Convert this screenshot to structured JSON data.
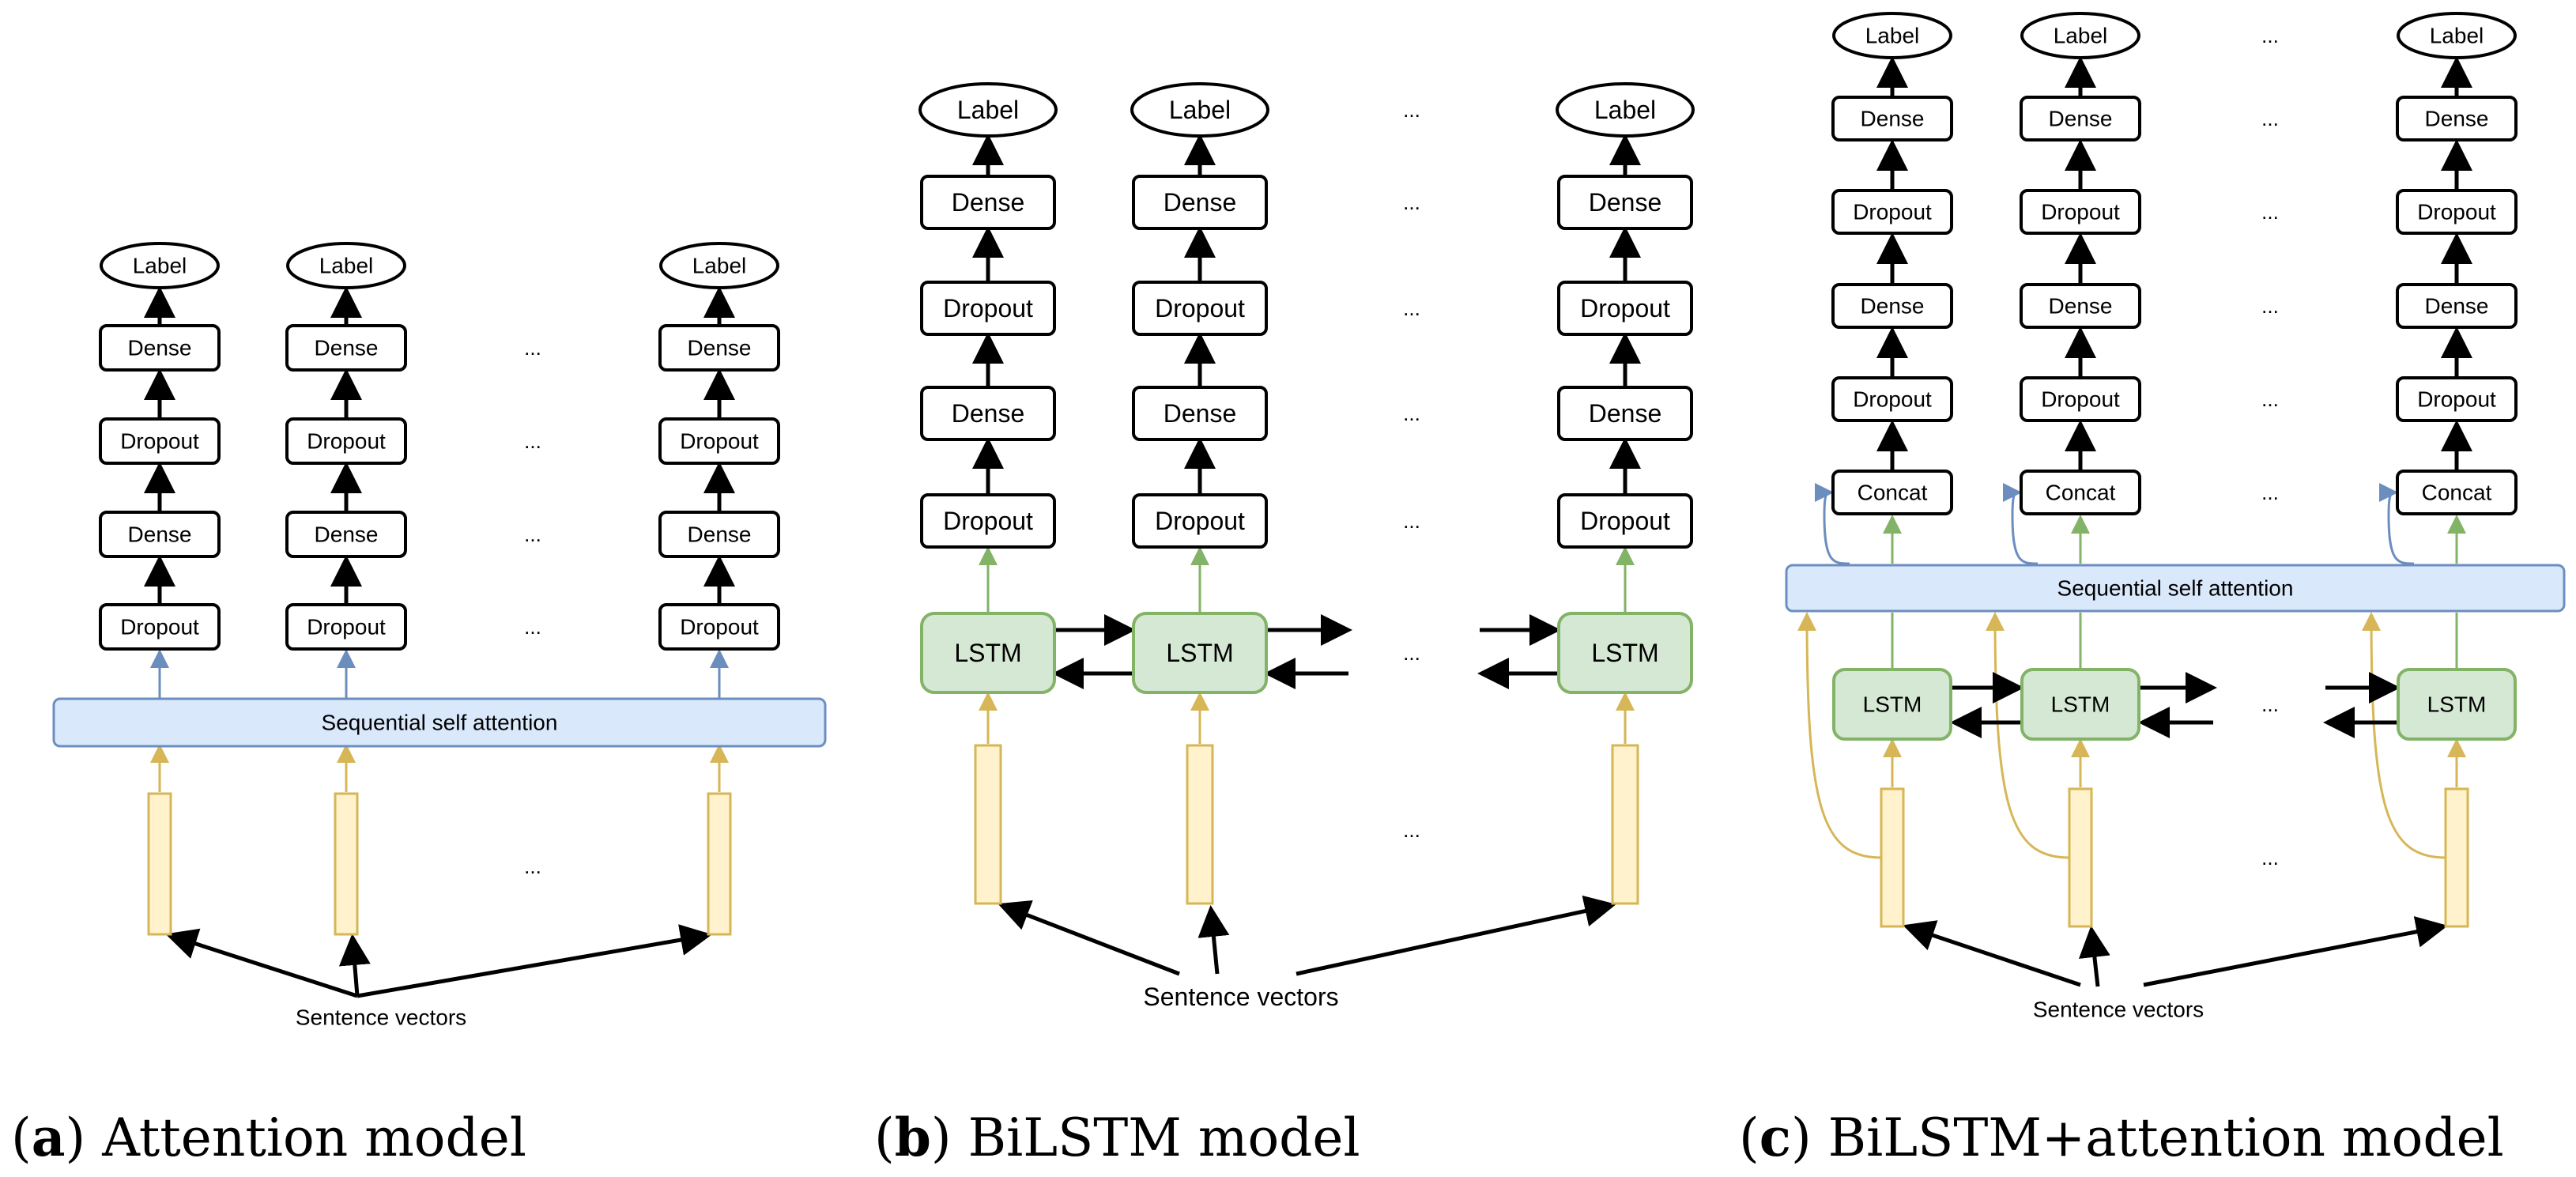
{
  "labels": {
    "label": "Label",
    "dense": "Dense",
    "dropout": "Dropout",
    "concat": "Concat",
    "lstm": "LSTM",
    "attention": "Sequential self attention",
    "sentence_vectors": "Sentence vectors",
    "ellipsis": "..."
  },
  "captions": [
    {
      "letter": "a",
      "text": " Attention model"
    },
    {
      "letter": "b",
      "text": " BiLSTM model"
    },
    {
      "letter": "c",
      "text": " BiLSTM+attention model"
    }
  ],
  "colors": {
    "attention_fill": "#dae8fc",
    "attention_stroke": "#6c8ebf",
    "lstm_fill": "#d5e8d4",
    "lstm_stroke": "#82b366",
    "vector_fill": "#fff2cc",
    "vector_stroke": "#d6b656",
    "line": "#000000"
  }
}
